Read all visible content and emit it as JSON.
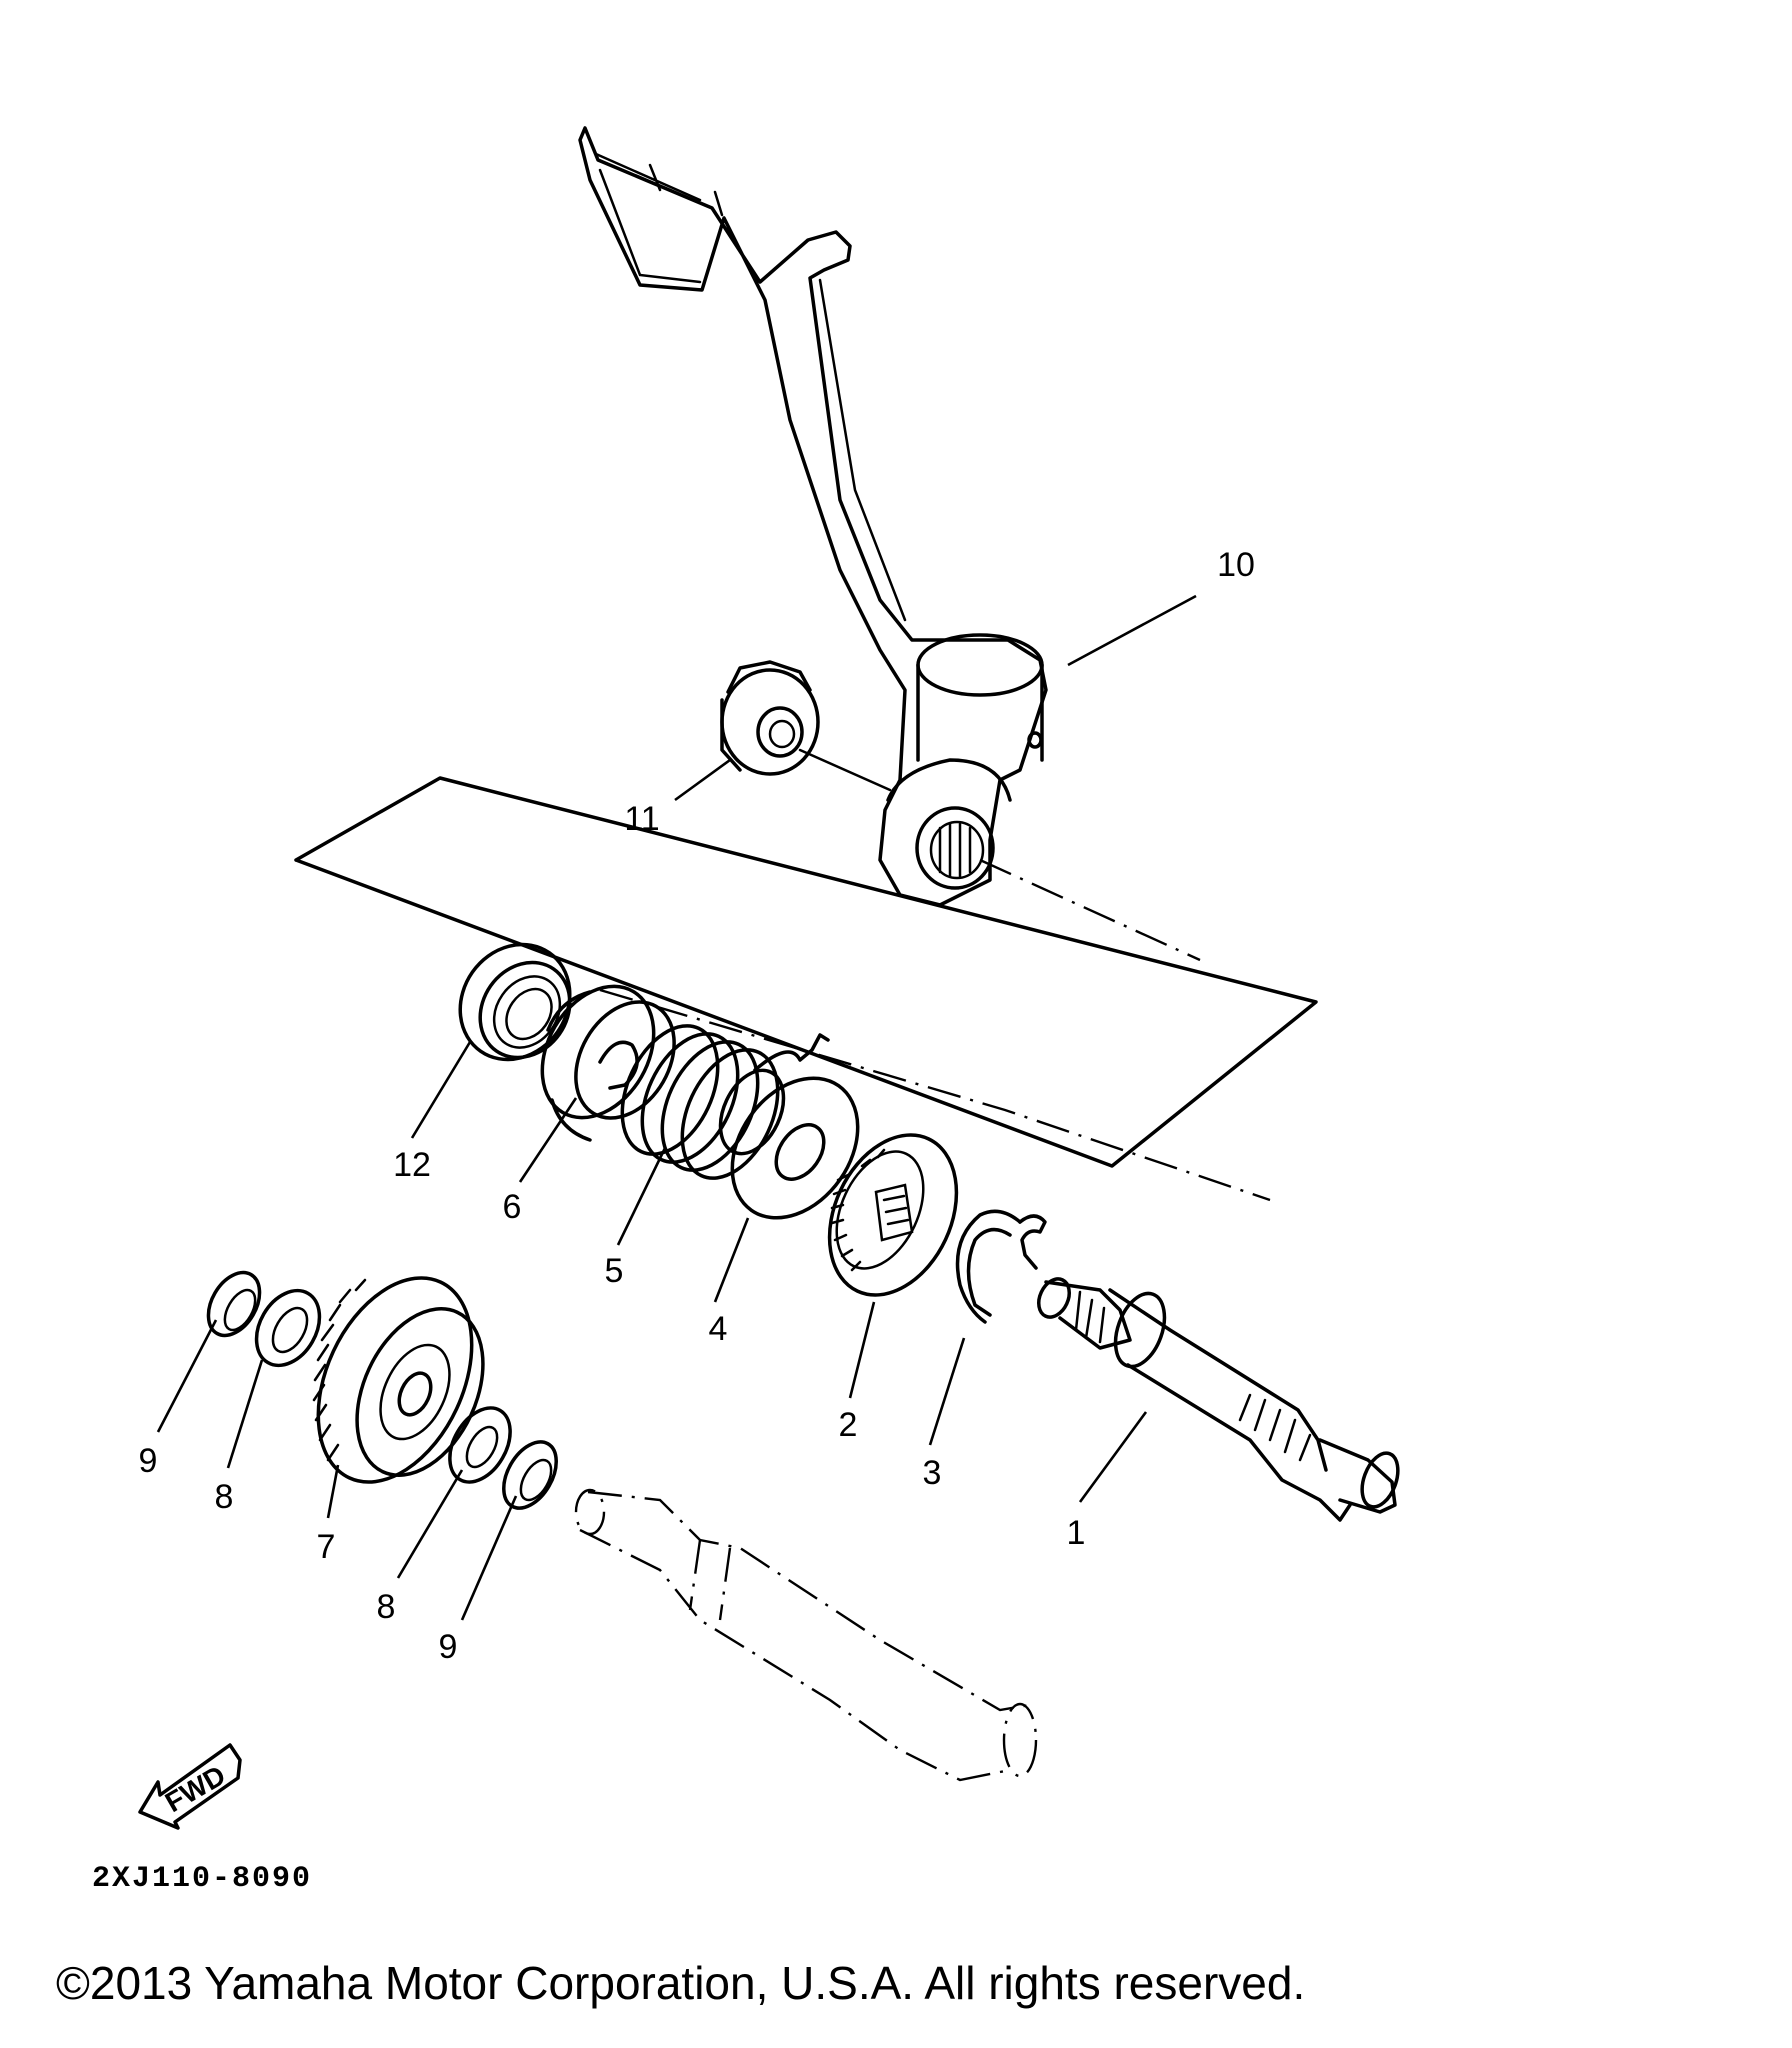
{
  "parts": [
    {
      "id": "1",
      "label": "1"
    },
    {
      "id": "2",
      "label": "2"
    },
    {
      "id": "3",
      "label": "3"
    },
    {
      "id": "4",
      "label": "4"
    },
    {
      "id": "5",
      "label": "5"
    },
    {
      "id": "6",
      "label": "6"
    },
    {
      "id": "7",
      "label": "7"
    },
    {
      "id": "8a",
      "label": "8"
    },
    {
      "id": "8b",
      "label": "8"
    },
    {
      "id": "9a",
      "label": "9"
    },
    {
      "id": "9b",
      "label": "9"
    },
    {
      "id": "10",
      "label": "10"
    },
    {
      "id": "11",
      "label": "11"
    },
    {
      "id": "12",
      "label": "12"
    }
  ],
  "fwd_arrow_text": "FWD",
  "diagram_code": "2XJ110-8090",
  "copyright": "©2013 Yamaha Motor Corporation, U.S.A. All rights reserved."
}
